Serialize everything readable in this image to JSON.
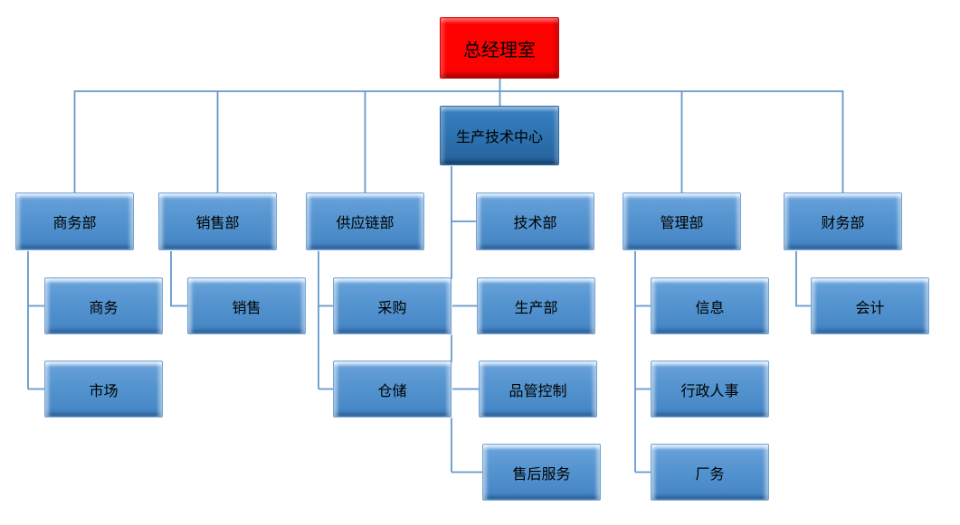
{
  "org": {
    "root": {
      "label": "总经理室"
    },
    "tech_center": {
      "label": "生产技术中心",
      "children": [
        {
          "label": "技术部"
        },
        {
          "label": "生产部"
        },
        {
          "label": "品管控制"
        },
        {
          "label": "售后服务"
        }
      ]
    },
    "departments": [
      {
        "label": "商务部",
        "children": [
          {
            "label": "商务"
          },
          {
            "label": "市场"
          }
        ]
      },
      {
        "label": "销售部",
        "children": [
          {
            "label": "销售"
          }
        ]
      },
      {
        "label": "供应链部",
        "children": [
          {
            "label": "采购"
          },
          {
            "label": "仓储"
          }
        ]
      },
      {
        "label": "管理部",
        "children": [
          {
            "label": "信息"
          },
          {
            "label": "行政人事"
          },
          {
            "label": "厂务"
          }
        ]
      },
      {
        "label": "财务部",
        "children": [
          {
            "label": "会计"
          }
        ]
      }
    ]
  },
  "colors": {
    "root_fill": "#fe0202",
    "center_fill": "#2e74b2",
    "node_fill_top": "#6aa3dc",
    "node_fill_mid": "#5494cf",
    "node_fill_bottom": "#4484c4",
    "connector": "#6598cd",
    "text": "#000000"
  }
}
